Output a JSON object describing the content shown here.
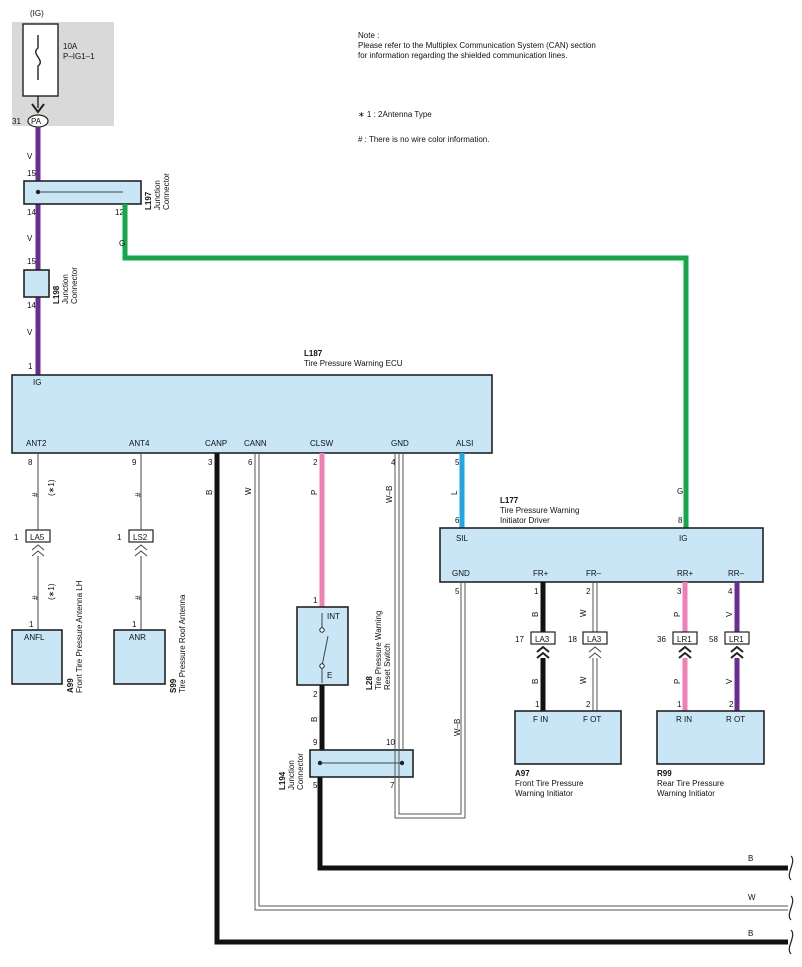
{
  "power": {
    "ig": "(IG)",
    "fuse_amp": "10A",
    "fuse_name": "P–IG1–1",
    "pin": "31",
    "conn": "PA"
  },
  "notes": {
    "note_title": "Note :",
    "note_line1": "Please refer to the Multiplex Communication System (CAN) section",
    "note_line2": "for information regarding the shielded communication lines.",
    "star": "∗ 1 : 2Antenna Type",
    "hash": "# : There is no wire color information."
  },
  "wire_colors": {
    "V": "V",
    "G": "G",
    "B": "B",
    "W": "W",
    "P": "P",
    "L": "L",
    "WB": "W–B"
  },
  "colors": {
    "violet": "#6a2d91",
    "green": "#13a84a",
    "black": "#111111",
    "pink": "#f07fb6",
    "blue": "#1ea6e5",
    "box": "#c8e6f5"
  },
  "l197": {
    "code": "L197",
    "name1": "Junction",
    "name2": "Connector",
    "pin15": "15",
    "pin14": "14",
    "pin12": "12"
  },
  "l198": {
    "code": "L198",
    "name1": "Junction",
    "name2": "Connector",
    "pin15": "15",
    "pin14": "14"
  },
  "l187": {
    "code": "L187",
    "name": "Tire Pressure Warning ECU",
    "pin1": "1",
    "ig": "IG",
    "terminals": [
      "ANT2",
      "ANT4",
      "CANP",
      "CANN",
      "CLSW",
      "GND",
      "ALSI"
    ],
    "pins": [
      "8",
      "9",
      "3",
      "6",
      "2",
      "4",
      "5"
    ]
  },
  "l177": {
    "code": "L177",
    "name1": "Tire Pressure Warning",
    "name2": "Initiator Driver",
    "sil": "SIL",
    "ig": "IG",
    "pin6": "6",
    "pin8": "8",
    "terminals": [
      "GND",
      "FR+",
      "FR–",
      "RR+",
      "RR–"
    ],
    "pins": [
      "5",
      "1",
      "2",
      "3",
      "4"
    ]
  },
  "antennas": {
    "star1": "(∗1)",
    "hash": "#",
    "la5": {
      "pin": "1",
      "label": "LA5",
      "pin_below": "1",
      "term": "ANFL",
      "code": "A99",
      "name": "Front Tire Pressure Antenna LH"
    },
    "ls2": {
      "pin": "1",
      "label": "LS2",
      "pin_below": "1",
      "term": "ANR",
      "code": "S99",
      "name": "Tire Pressure Roof Antenna"
    }
  },
  "l28": {
    "code": "L28",
    "name1": "Tire Pressure Warning",
    "name2": "Reset Switch",
    "int": "INT",
    "e": "E",
    "pin1": "1",
    "pin2": "2"
  },
  "l194": {
    "code": "L194",
    "name1": "Junction",
    "name2": "Connector",
    "pin9": "9",
    "pin10": "10",
    "pin5": "5",
    "pin7": "7"
  },
  "front_conn": {
    "la3a": {
      "pin": "17",
      "label": "LA3"
    },
    "la3b": {
      "pin": "18",
      "label": "LA3"
    }
  },
  "rear_conn": {
    "lr1a": {
      "pin": "36",
      "label": "LR1"
    },
    "lr1b": {
      "pin": "58",
      "label": "LR1"
    }
  },
  "a97": {
    "code": "A97",
    "name1": "Front Tire Pressure",
    "name2": "Warning Initiator",
    "fin": "F IN",
    "fot": "F OT",
    "pin1": "1",
    "pin2": "2"
  },
  "r99": {
    "code": "R99",
    "name1": "Rear Tire Pressure",
    "name2": "Warning Initiator",
    "rin": "R IN",
    "rot": "R OT",
    "pin1": "1",
    "pin2": "2"
  },
  "bus": {
    "b1": "B",
    "w": "W",
    "b2": "B"
  }
}
